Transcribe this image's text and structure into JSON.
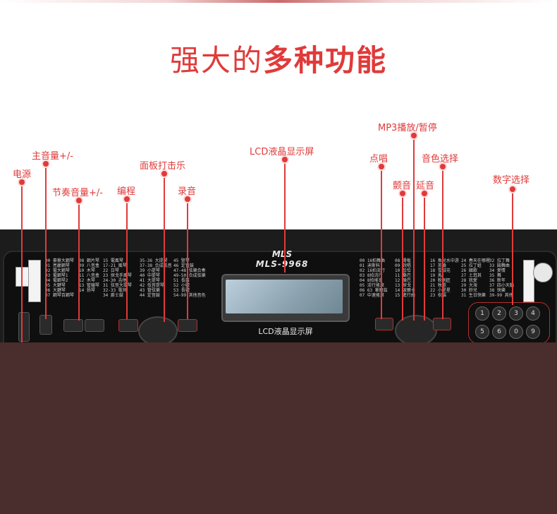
{
  "title": {
    "light": "强大的",
    "bold": "多种功能"
  },
  "callouts": {
    "power": "电源",
    "master_volume": "主音量+/-",
    "rhythm_volume": "节奏音量+/-",
    "program": "编程",
    "panel_percussion": "面板打击乐",
    "record": "录音",
    "lcd_display": "LCD液晶显示屏",
    "mp3_play_pause": "MP3播放/暂停",
    "song_select": "点唱",
    "vibrato": "颤音",
    "sustain": "延音",
    "voice_select": "音色选择",
    "number_select": "数字选择"
  },
  "keyboard": {
    "brand": "MLS",
    "model": "MLS-9968",
    "lcd_caption": "LCD液晶显示屏",
    "numpad": [
      "1",
      "2",
      "3",
      "4",
      "5",
      "6",
      "0",
      "9"
    ]
  },
  "colors": {
    "accent": "#e03a3a",
    "panel": "#1c1c1c",
    "bottom": "#4a2d2d"
  }
}
